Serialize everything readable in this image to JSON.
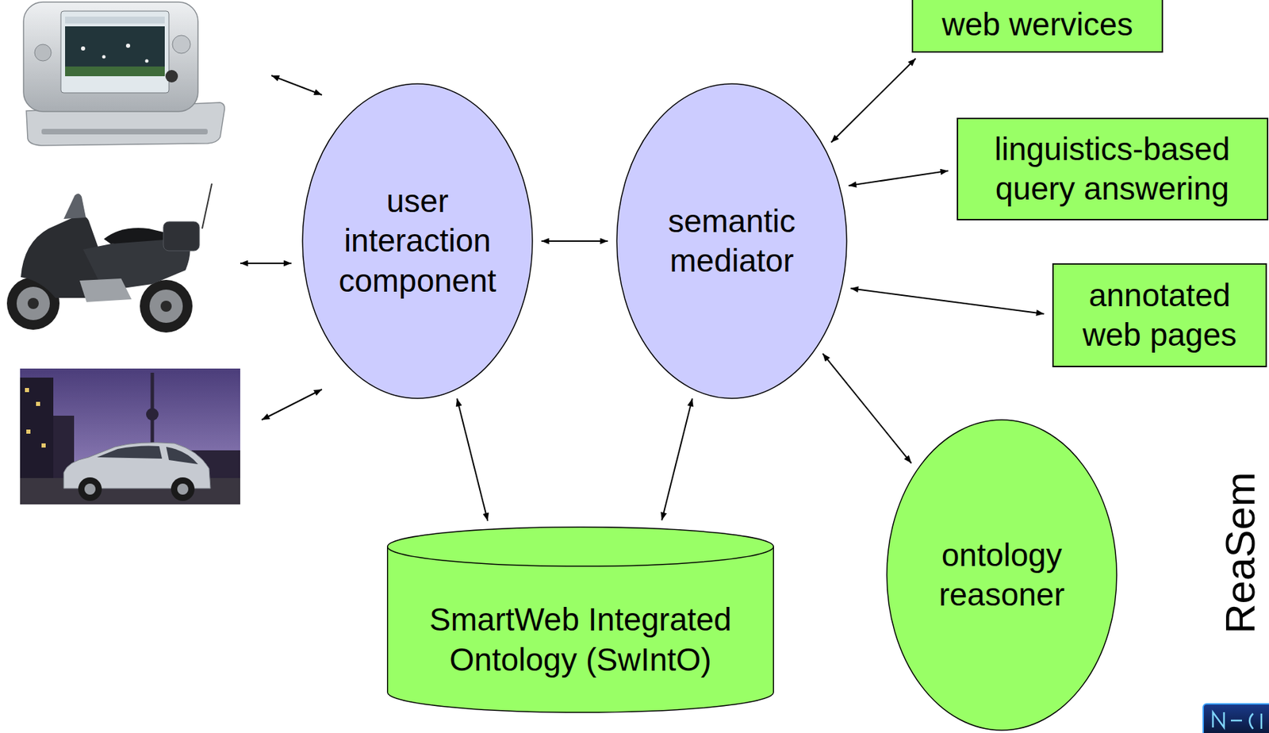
{
  "diagram": {
    "nodes": [
      {
        "text": [
          "user interaction component"
        ]
      },
      {
        "text": [
          "semantic mediator"
        ]
      },
      {
        "text": [
          "web wervices"
        ]
      },
      {
        "text": [
          "linguistics-based query answering"
        ]
      },
      {
        "text": [
          "annotated web pages"
        ]
      },
      {
        "text": [
          "SmartWeb Integrated Ontology (SwIntO)"
        ]
      },
      {
        "text": [
          "ontology reasoner"
        ]
      }
    ],
    "edges": [
      {
        "from": 0,
        "to": 1,
        "arrow": "both"
      },
      {
        "from": 1,
        "to": 2,
        "arrow": "both"
      },
      {
        "from": 1,
        "to": 3,
        "arrow": "both"
      },
      {
        "from": 1,
        "to": 4,
        "arrow": "both"
      },
      {
        "from": 0,
        "to": 5,
        "arrow": "both"
      },
      {
        "from": 1,
        "to": 5,
        "arrow": "both"
      },
      {
        "from": 1,
        "to": 6,
        "arrow": "both"
      }
    ],
    "labels": [
      "ReaSem"
    ]
  }
}
